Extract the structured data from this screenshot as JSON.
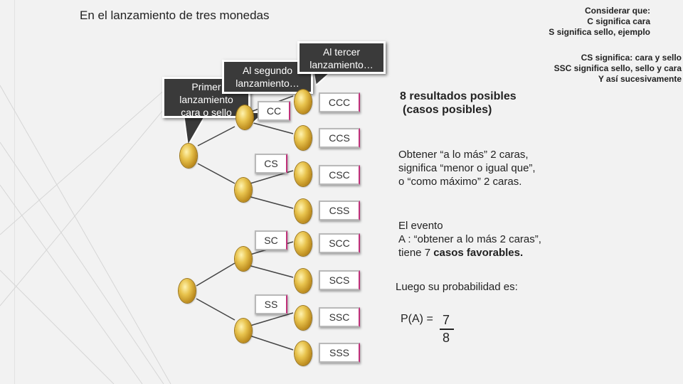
{
  "title": "En el lanzamiento de tres monedas",
  "note_top": [
    "Considerar que:",
    "C significa cara",
    "S significa sello, ejemplo"
  ],
  "note_mid": [
    "CS significa: cara y sello",
    "SSC significa sello, sello y cara",
    "Y así sucesivamente"
  ],
  "callouts": {
    "first": [
      "Primer",
      "lanzamiento",
      "cara o sello"
    ],
    "second": "Al segundo",
    "third": [
      "Al tercer",
      "lanzamiento…"
    ],
    "second_sub": "lanzamiento…"
  },
  "level2": [
    "CC",
    "CS",
    "SC",
    "SS"
  ],
  "outcomes": [
    "CCC",
    "CCS",
    "CSC",
    "CSS",
    "SCC",
    "SCS",
    "SSC",
    "SSS"
  ],
  "info": {
    "posibles_1": "8 resultados posibles",
    "posibles_2": "(casos posibles)",
    "alo_mas": [
      "Obtener “a lo más” 2 caras,",
      "significa “menor  o igual que”,",
      "o “como máximo” 2 caras."
    ],
    "evento": [
      "El evento",
      "A : “obtener a lo más 2 caras”,"
    ],
    "evento_pre": "tiene 7 ",
    "evento_bold": "casos favorables.",
    "luego": "Luego su probabilidad es:",
    "formula_label": "P(A) =",
    "numerator": "7",
    "denominator": "8"
  }
}
